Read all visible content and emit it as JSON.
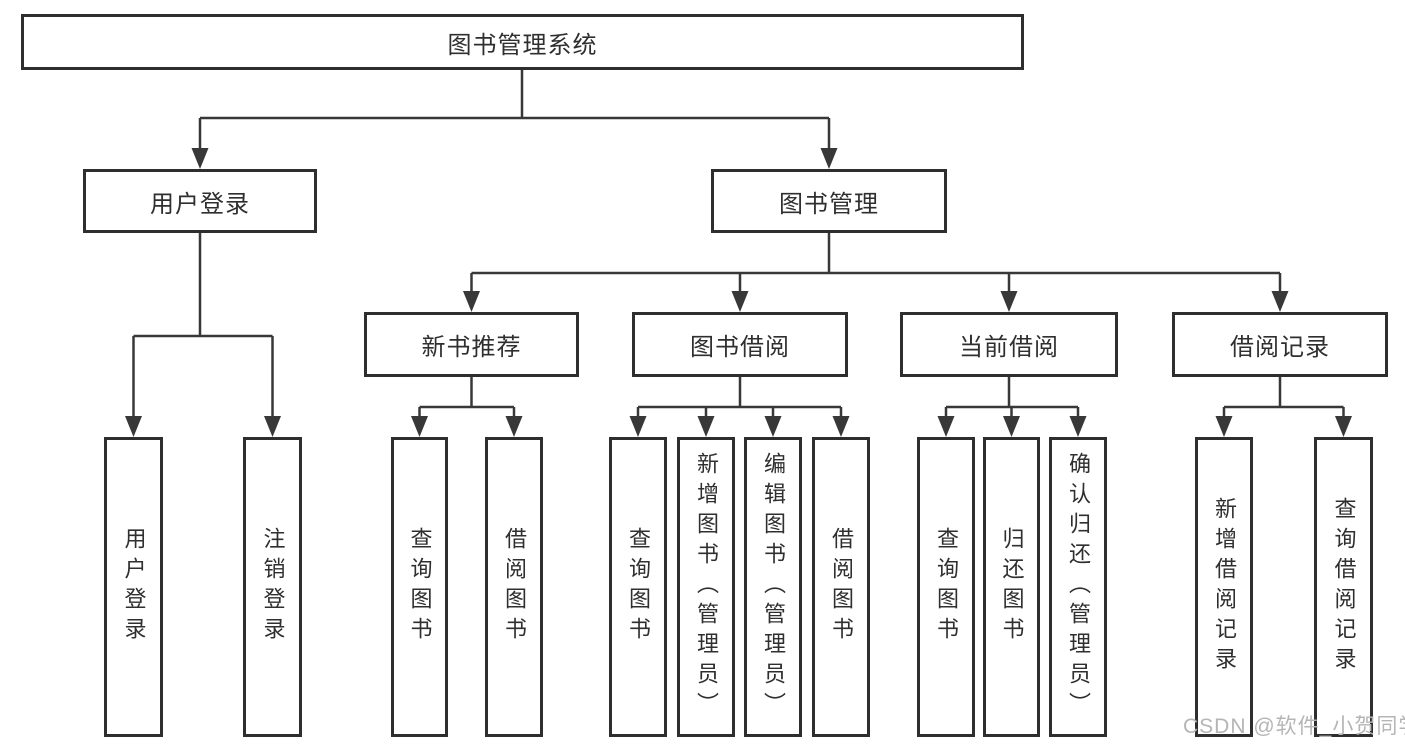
{
  "diagram": {
    "root": {
      "label": "图书管理系统"
    },
    "level2": [
      {
        "label": "用户登录"
      },
      {
        "label": "图书管理"
      }
    ],
    "level3": [
      {
        "label": "新书推荐"
      },
      {
        "label": "图书借阅"
      },
      {
        "label": "当前借阅"
      },
      {
        "label": "借阅记录"
      }
    ],
    "leaves": [
      {
        "label": "用户登录",
        "parent": "用户登录"
      },
      {
        "label": "注销登录",
        "parent": "用户登录"
      },
      {
        "label": "查询图书",
        "parent": "新书推荐"
      },
      {
        "label": "借阅图书",
        "parent": "新书推荐"
      },
      {
        "label": "查询图书",
        "parent": "图书借阅"
      },
      {
        "label": "新增图书（管理员）",
        "parent": "图书借阅"
      },
      {
        "label": "编辑图书（管理员）",
        "parent": "图书借阅"
      },
      {
        "label": "借阅图书",
        "parent": "图书借阅"
      },
      {
        "label": "查询图书",
        "parent": "当前借阅"
      },
      {
        "label": "归还图书",
        "parent": "当前借阅"
      },
      {
        "label": "确认归还（管理员）",
        "parent": "当前借阅"
      },
      {
        "label": "新增借阅记录",
        "parent": "借阅记录"
      },
      {
        "label": "查询借阅记录",
        "parent": "借阅记录"
      }
    ],
    "watermark": "CSDN @软件_小贺同学",
    "colors": {
      "line": "#383838",
      "border": "#2e2e2e",
      "text": "#2f2f2f",
      "watermark": "#b5b5b5",
      "background": "#ffffff"
    }
  }
}
